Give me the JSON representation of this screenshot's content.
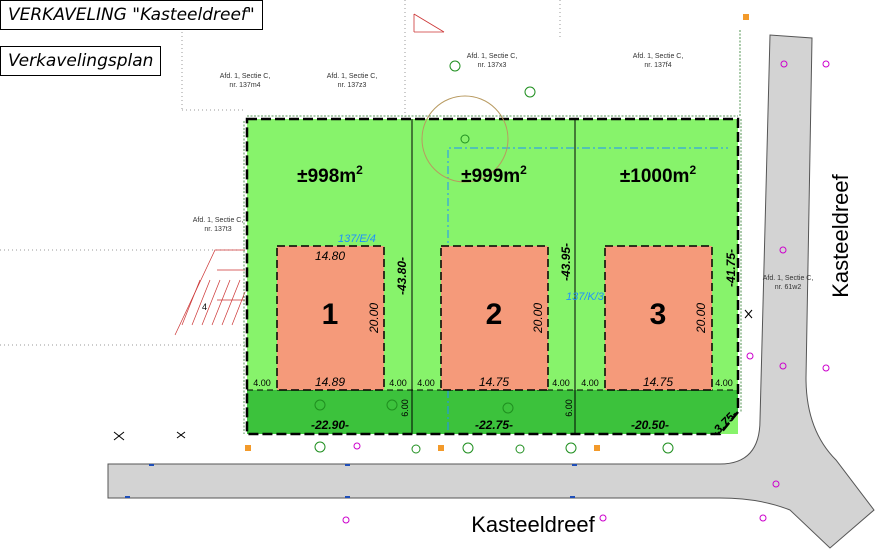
{
  "header": {
    "title": "VERKAVELING \"Kasteeldreef\"",
    "subtitle": "Verkavelingsplan"
  },
  "neighbours": {
    "n137m4": [
      "Afd. 1, Sectie C,",
      "nr. 137m4"
    ],
    "n137z3": [
      "Afd. 1, Sectie C,",
      "nr. 137z3"
    ],
    "n137x3": [
      "Afd. 1, Sectie C,",
      "nr. 137x3"
    ],
    "n137f4": [
      "Afd. 1, Sectie C,",
      "nr. 137f4"
    ],
    "n137t3": [
      "Afd. 1, Sectie C,",
      "nr. 137t3"
    ],
    "n61w2": [
      "Afd. 1, Sectie C,",
      "nr. 61w2"
    ]
  },
  "lots": [
    {
      "number": "1",
      "area": "±998m",
      "exp": "2",
      "house_top": "14.80",
      "house_bottom": "14.89",
      "house_depth": "20.00",
      "left_margin": "4.00",
      "right_margin": "4.00",
      "side_length": "-43.80-",
      "frontage": "-22.90-",
      "front_depth": "6.00"
    },
    {
      "number": "2",
      "area": "±999m",
      "exp": "2",
      "house_top": "",
      "house_bottom": "14.75",
      "house_depth": "20.00",
      "left_margin": "4.00",
      "right_margin": "4.00",
      "side_length": "-43.95-",
      "frontage": "-22.75-",
      "front_depth": "6.00"
    },
    {
      "number": "3",
      "area": "±1000m",
      "exp": "2",
      "house_top": "",
      "house_bottom": "14.75",
      "house_depth": "20.00",
      "left_margin": "4.00",
      "right_margin": "4.00",
      "side_length": "-41.75-",
      "frontage": "-20.50-",
      "front_depth": ""
    }
  ],
  "corner_dim": "-3.75-",
  "parcel_ids": {
    "a": "137/E/4",
    "b": "137/K/3"
  },
  "misc": {
    "marker4": "4"
  },
  "streets": {
    "horizontal": "Kasteeldreef",
    "vertical": "Kasteeldreef"
  },
  "colors": {
    "lot": "#87f36b",
    "front_strip": "#3cc23c",
    "house": "#f59a7a",
    "road": "#d3d3d3",
    "parcel_line": "#1e90ff"
  }
}
